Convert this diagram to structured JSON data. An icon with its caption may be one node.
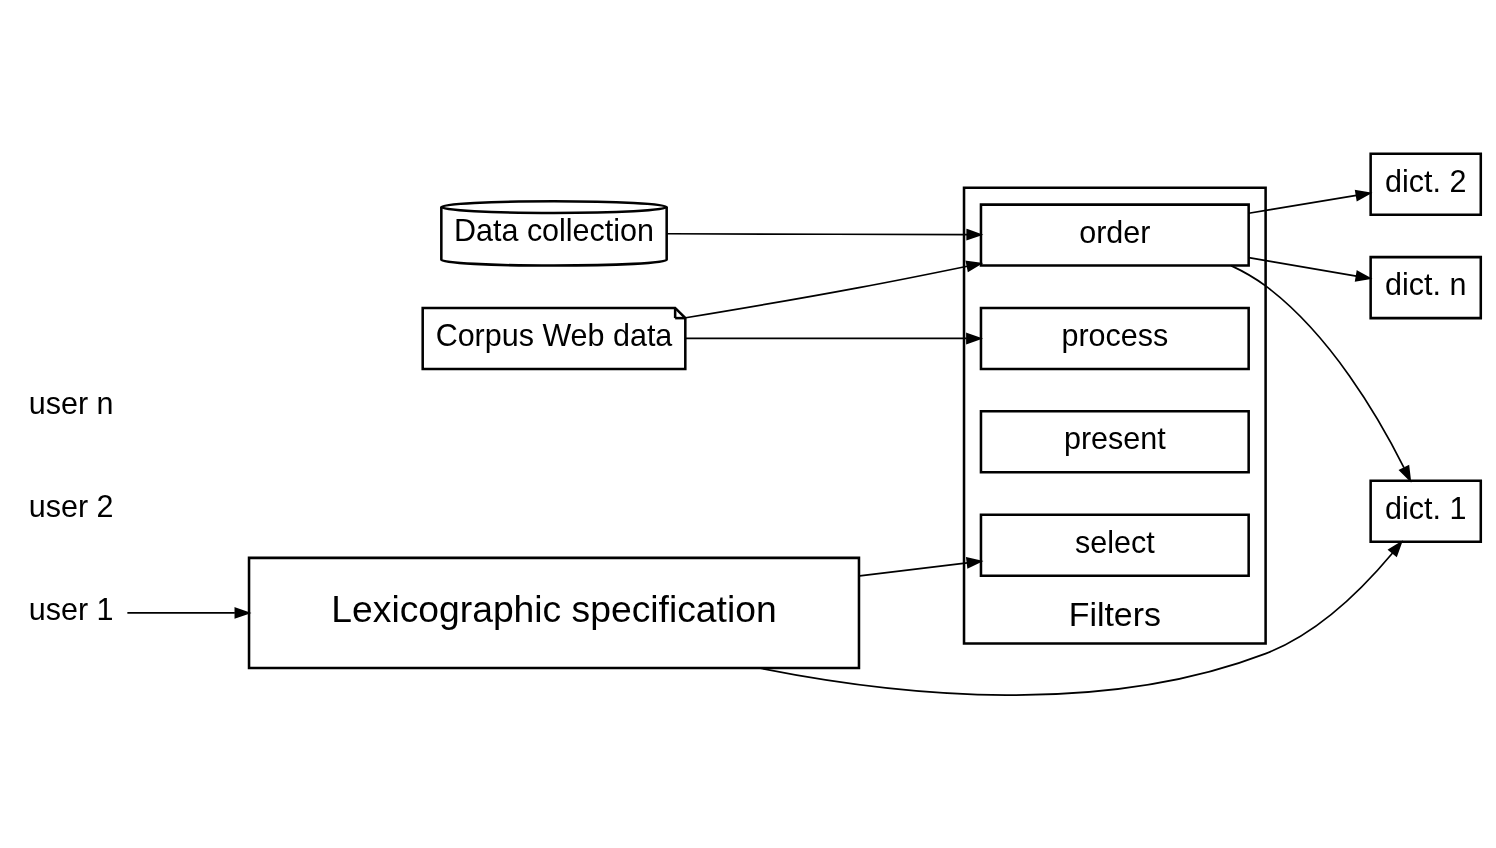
{
  "diagram": {
    "nodes": [
      {
        "text": [
          "Lexicographic specification"
        ]
      },
      {
        "text": [
          "Data collection"
        ]
      },
      {
        "text": [
          "Corpus Web data"
        ]
      },
      {
        "text": [
          "Filters"
        ]
      },
      {
        "text": [
          "select"
        ],
        "in": 3
      },
      {
        "text": [
          "order"
        ],
        "in": 3
      },
      {
        "text": [
          "present"
        ],
        "in": 3
      },
      {
        "text": [
          "process"
        ],
        "in": 3
      },
      {
        "text": [
          "dict. 1"
        ]
      },
      {
        "text": [
          "dict. 2"
        ]
      },
      {
        "text": [
          "dict. n"
        ]
      },
      {
        "text": [
          "user 1"
        ]
      },
      {
        "text": [
          "user 2"
        ]
      },
      {
        "text": [
          "user n"
        ]
      }
    ],
    "edges": [
      {
        "from": 0,
        "to": 4,
        "arrow": "to"
      },
      {
        "from": 0,
        "to": 8,
        "arrow": "to"
      },
      {
        "from": 11,
        "to": 0,
        "arrow": "to"
      },
      {
        "from": 1,
        "to": 5,
        "arrow": "to"
      },
      {
        "from": 2,
        "to": 5,
        "arrow": "to"
      },
      {
        "from": 2,
        "to": 7,
        "arrow": "to"
      },
      {
        "from": 5,
        "to": 8,
        "arrow": "to"
      },
      {
        "from": 5,
        "to": 9,
        "arrow": "to"
      },
      {
        "from": 5,
        "to": 10,
        "arrow": "to"
      }
    ]
  }
}
